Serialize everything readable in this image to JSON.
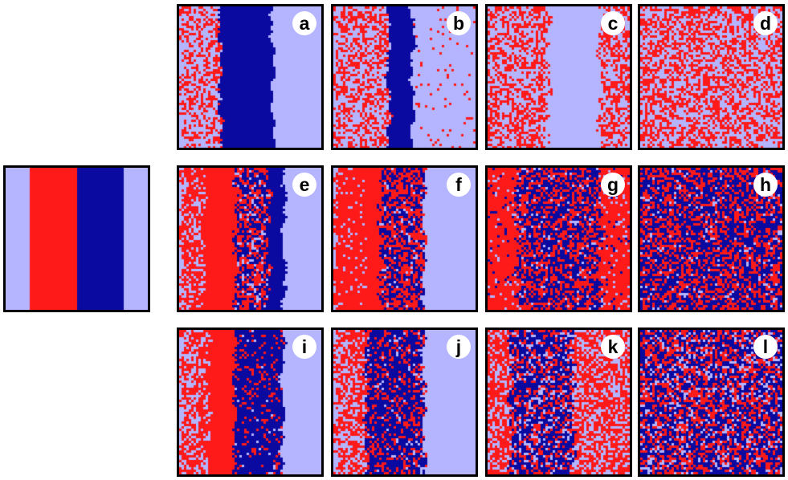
{
  "colors": {
    "light": "#b4b4ff",
    "red": "#ff1a1a",
    "blue": "#0a0aa0"
  },
  "reference_panel": {
    "stripes": [
      "light",
      "red",
      "blue",
      "light"
    ]
  },
  "panels": [
    {
      "label": "a",
      "row": "top",
      "col": 0
    },
    {
      "label": "b",
      "row": "top",
      "col": 1
    },
    {
      "label": "c",
      "row": "top",
      "col": 2
    },
    {
      "label": "d",
      "row": "top",
      "col": 3
    },
    {
      "label": "e",
      "row": "middle",
      "col": 0
    },
    {
      "label": "f",
      "row": "middle",
      "col": 1
    },
    {
      "label": "g",
      "row": "middle",
      "col": 2
    },
    {
      "label": "h",
      "row": "middle",
      "col": 3
    },
    {
      "label": "i",
      "row": "bottom",
      "col": 0
    },
    {
      "label": "j",
      "row": "bottom",
      "col": 1
    },
    {
      "label": "k",
      "row": "bottom",
      "col": 2
    },
    {
      "label": "l",
      "row": "bottom",
      "col": 3
    }
  ]
}
